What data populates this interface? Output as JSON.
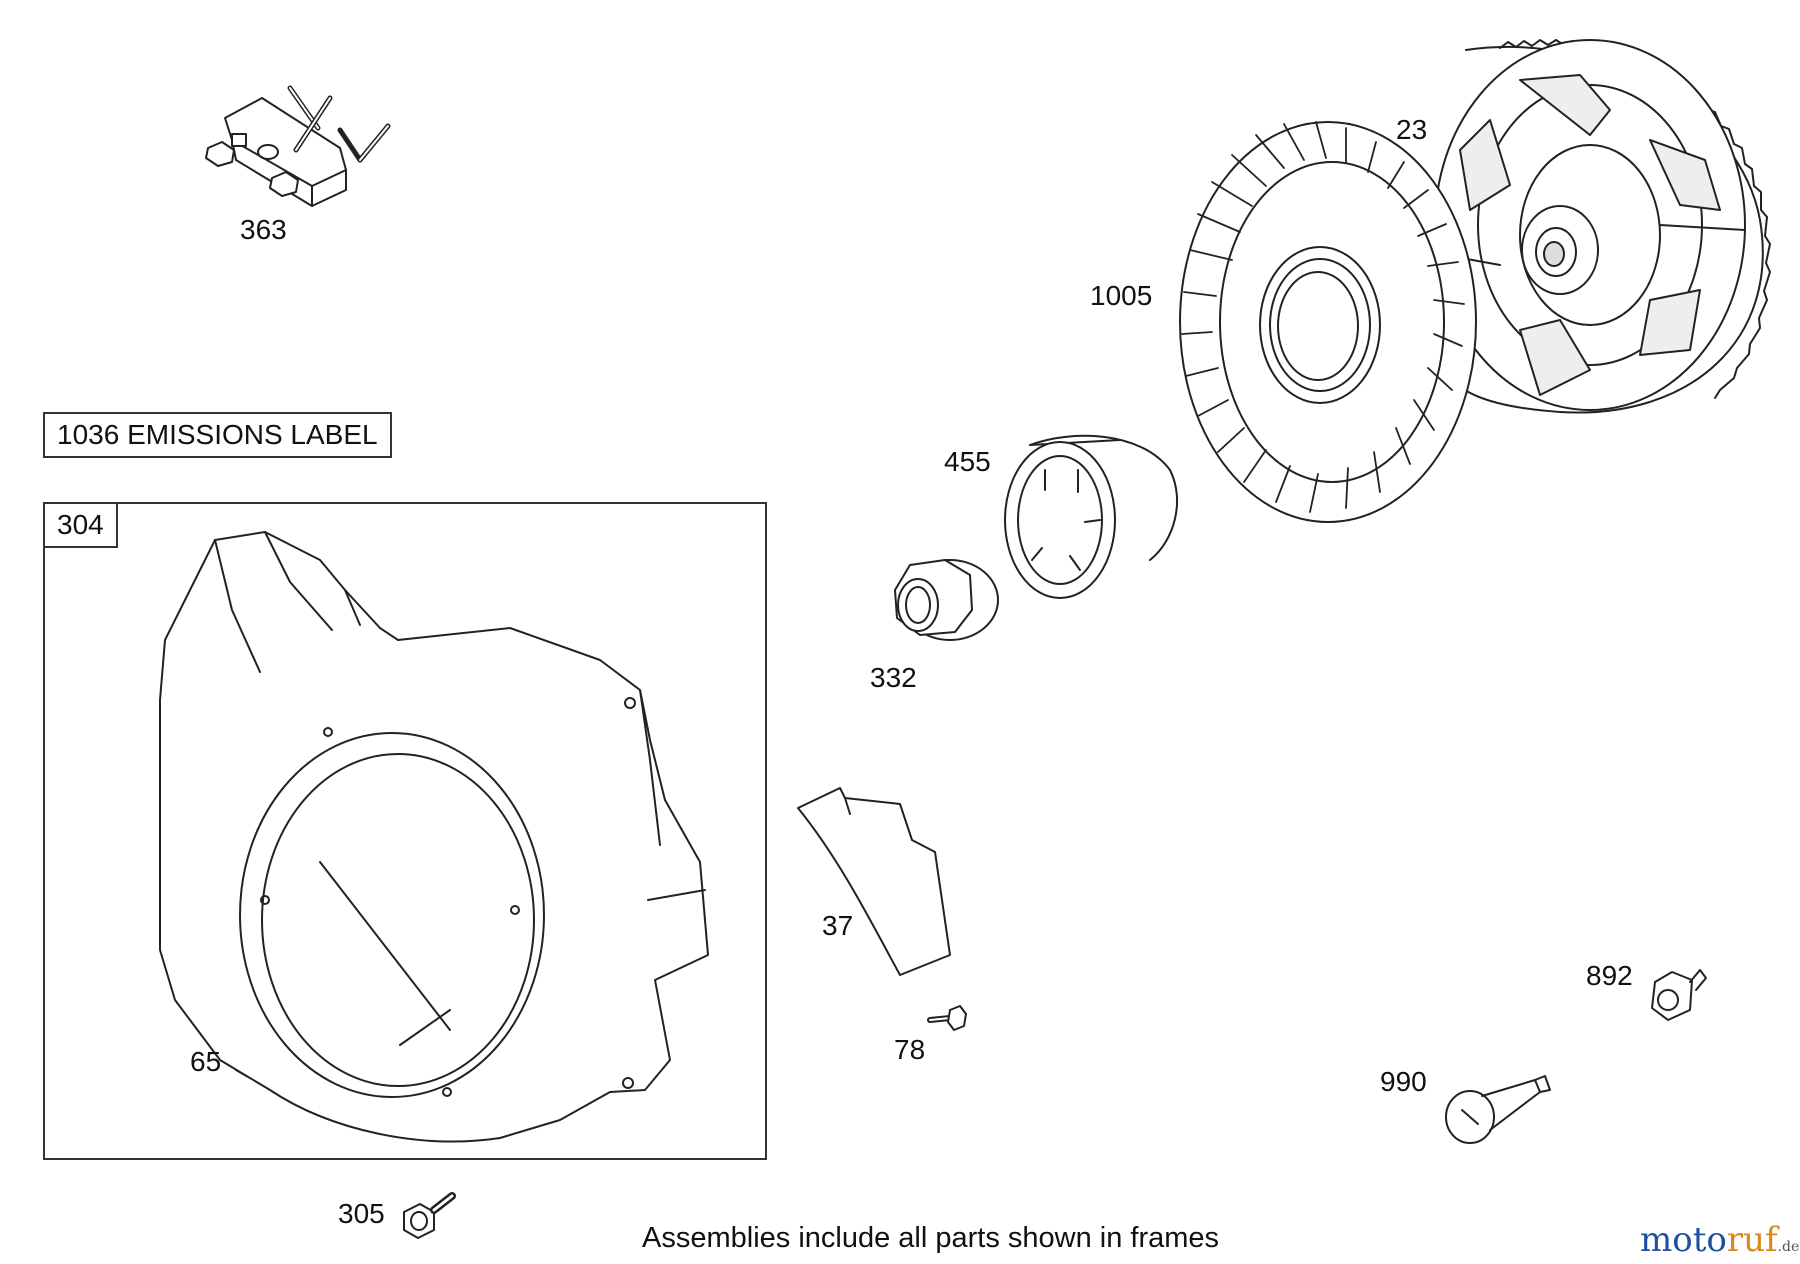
{
  "labels": {
    "p363": "363",
    "p23": "23",
    "p1005": "1005",
    "p455": "455",
    "p332": "332",
    "p37": "37",
    "p78": "78",
    "p892": "892",
    "p990": "990",
    "p65": "65",
    "p305": "305"
  },
  "emissions_label": "1036 EMISSIONS LABEL",
  "frame": {
    "label": "304"
  },
  "caption": "Assemblies include all parts shown in frames",
  "watermark": {
    "part1": "moto",
    "part2": "ruf",
    "tld": ".de"
  }
}
